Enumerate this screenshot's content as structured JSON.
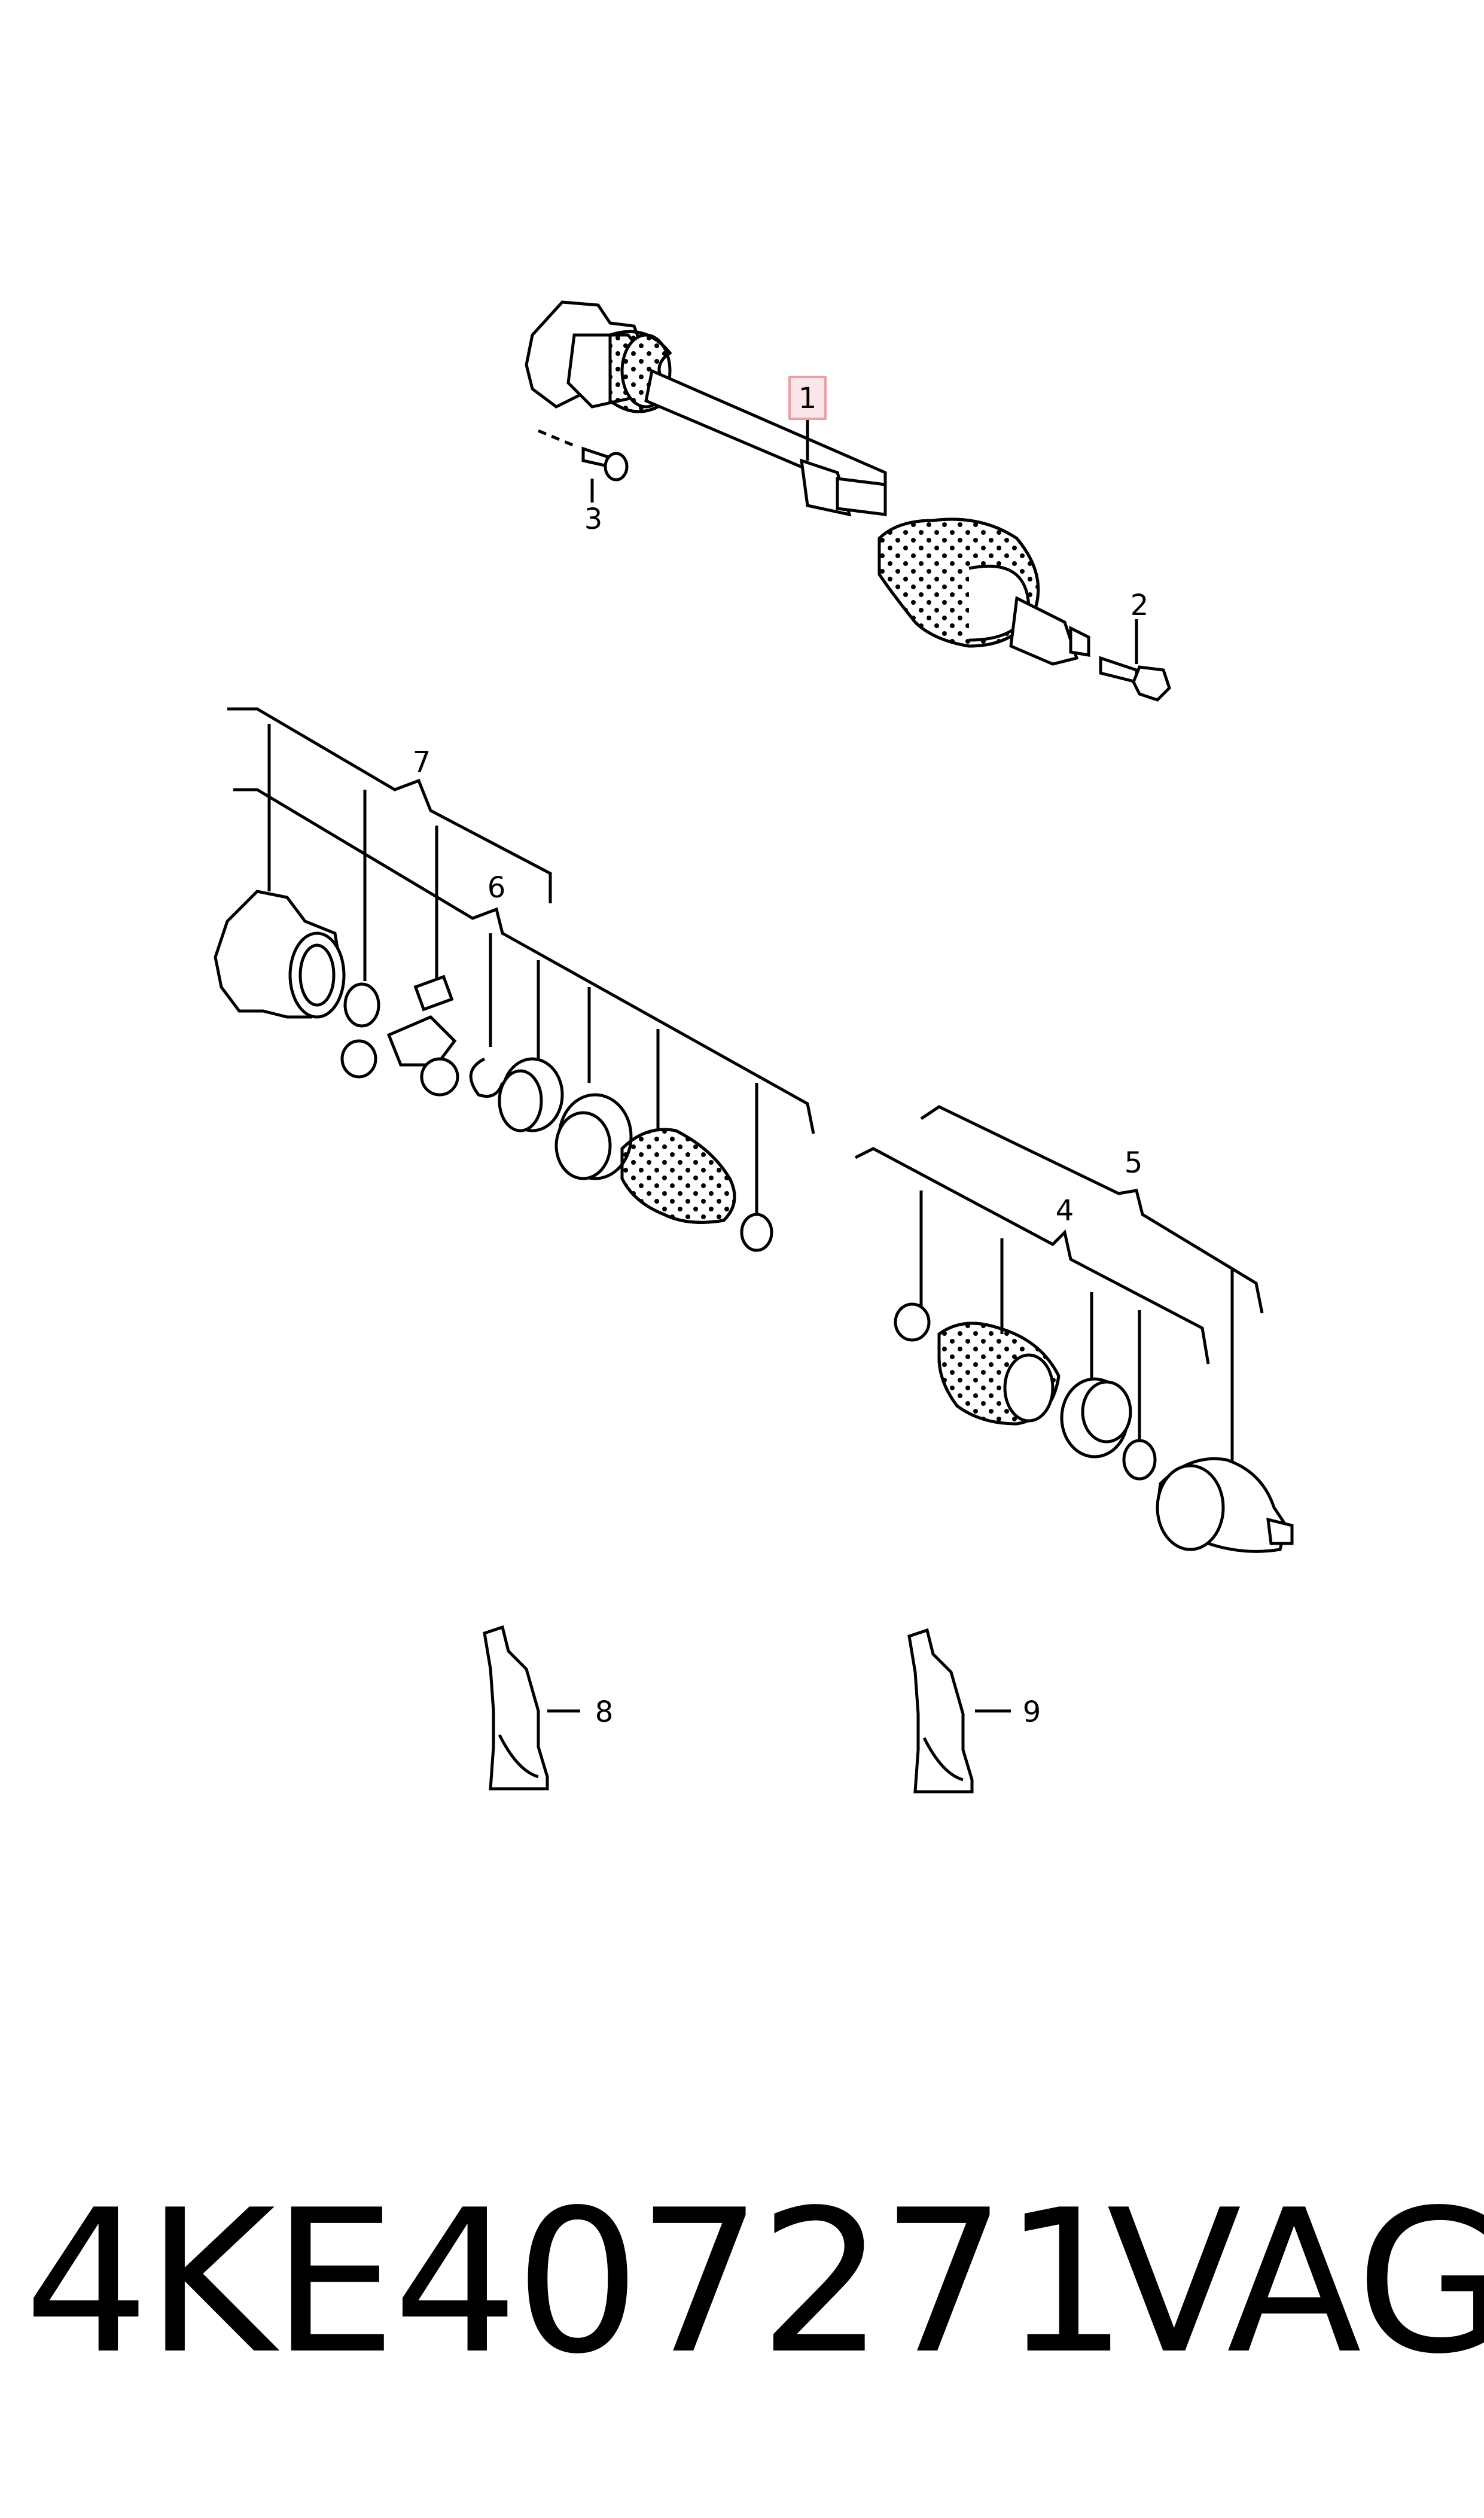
{
  "diagram": {
    "labels": [
      {
        "id": "1",
        "text": "1",
        "highlighted": true
      },
      {
        "id": "2",
        "text": "2"
      },
      {
        "id": "3",
        "text": "3"
      },
      {
        "id": "4",
        "text": "4"
      },
      {
        "id": "5",
        "text": "5"
      },
      {
        "id": "6",
        "text": "6"
      },
      {
        "id": "7",
        "text": "7"
      },
      {
        "id": "8",
        "text": "8"
      },
      {
        "id": "9",
        "text": "9"
      }
    ],
    "highlight_color": "#e8a0a8",
    "highlight_fill": "#fbe6ea",
    "line_color": "#000000"
  },
  "footer": {
    "part_number": "4KE407271",
    "brand": "VAG"
  }
}
